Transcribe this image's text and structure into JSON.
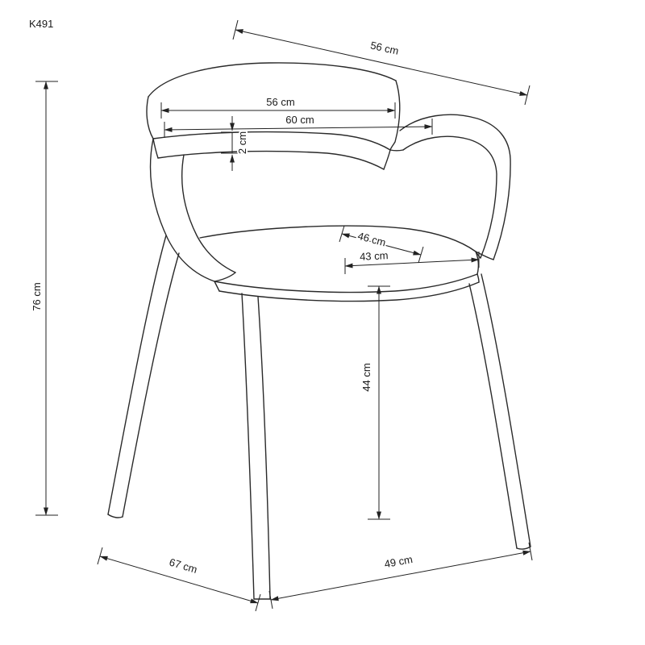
{
  "page": {
    "model": "K491",
    "background": "#ffffff",
    "line_color": "#2a2a2a",
    "dim_color": "#222222"
  },
  "dimensions": {
    "back_diagonal_width": "56 cm",
    "backrest_width": "56 cm",
    "overall_width": "60 cm",
    "backrest_thickness": "2 cm",
    "overall_height": "76 cm",
    "seat_depth": "46 cm",
    "seat_width": "43 cm",
    "seat_height": "44 cm",
    "overall_depth": "67 cm",
    "front_feet_width": "49 cm"
  }
}
